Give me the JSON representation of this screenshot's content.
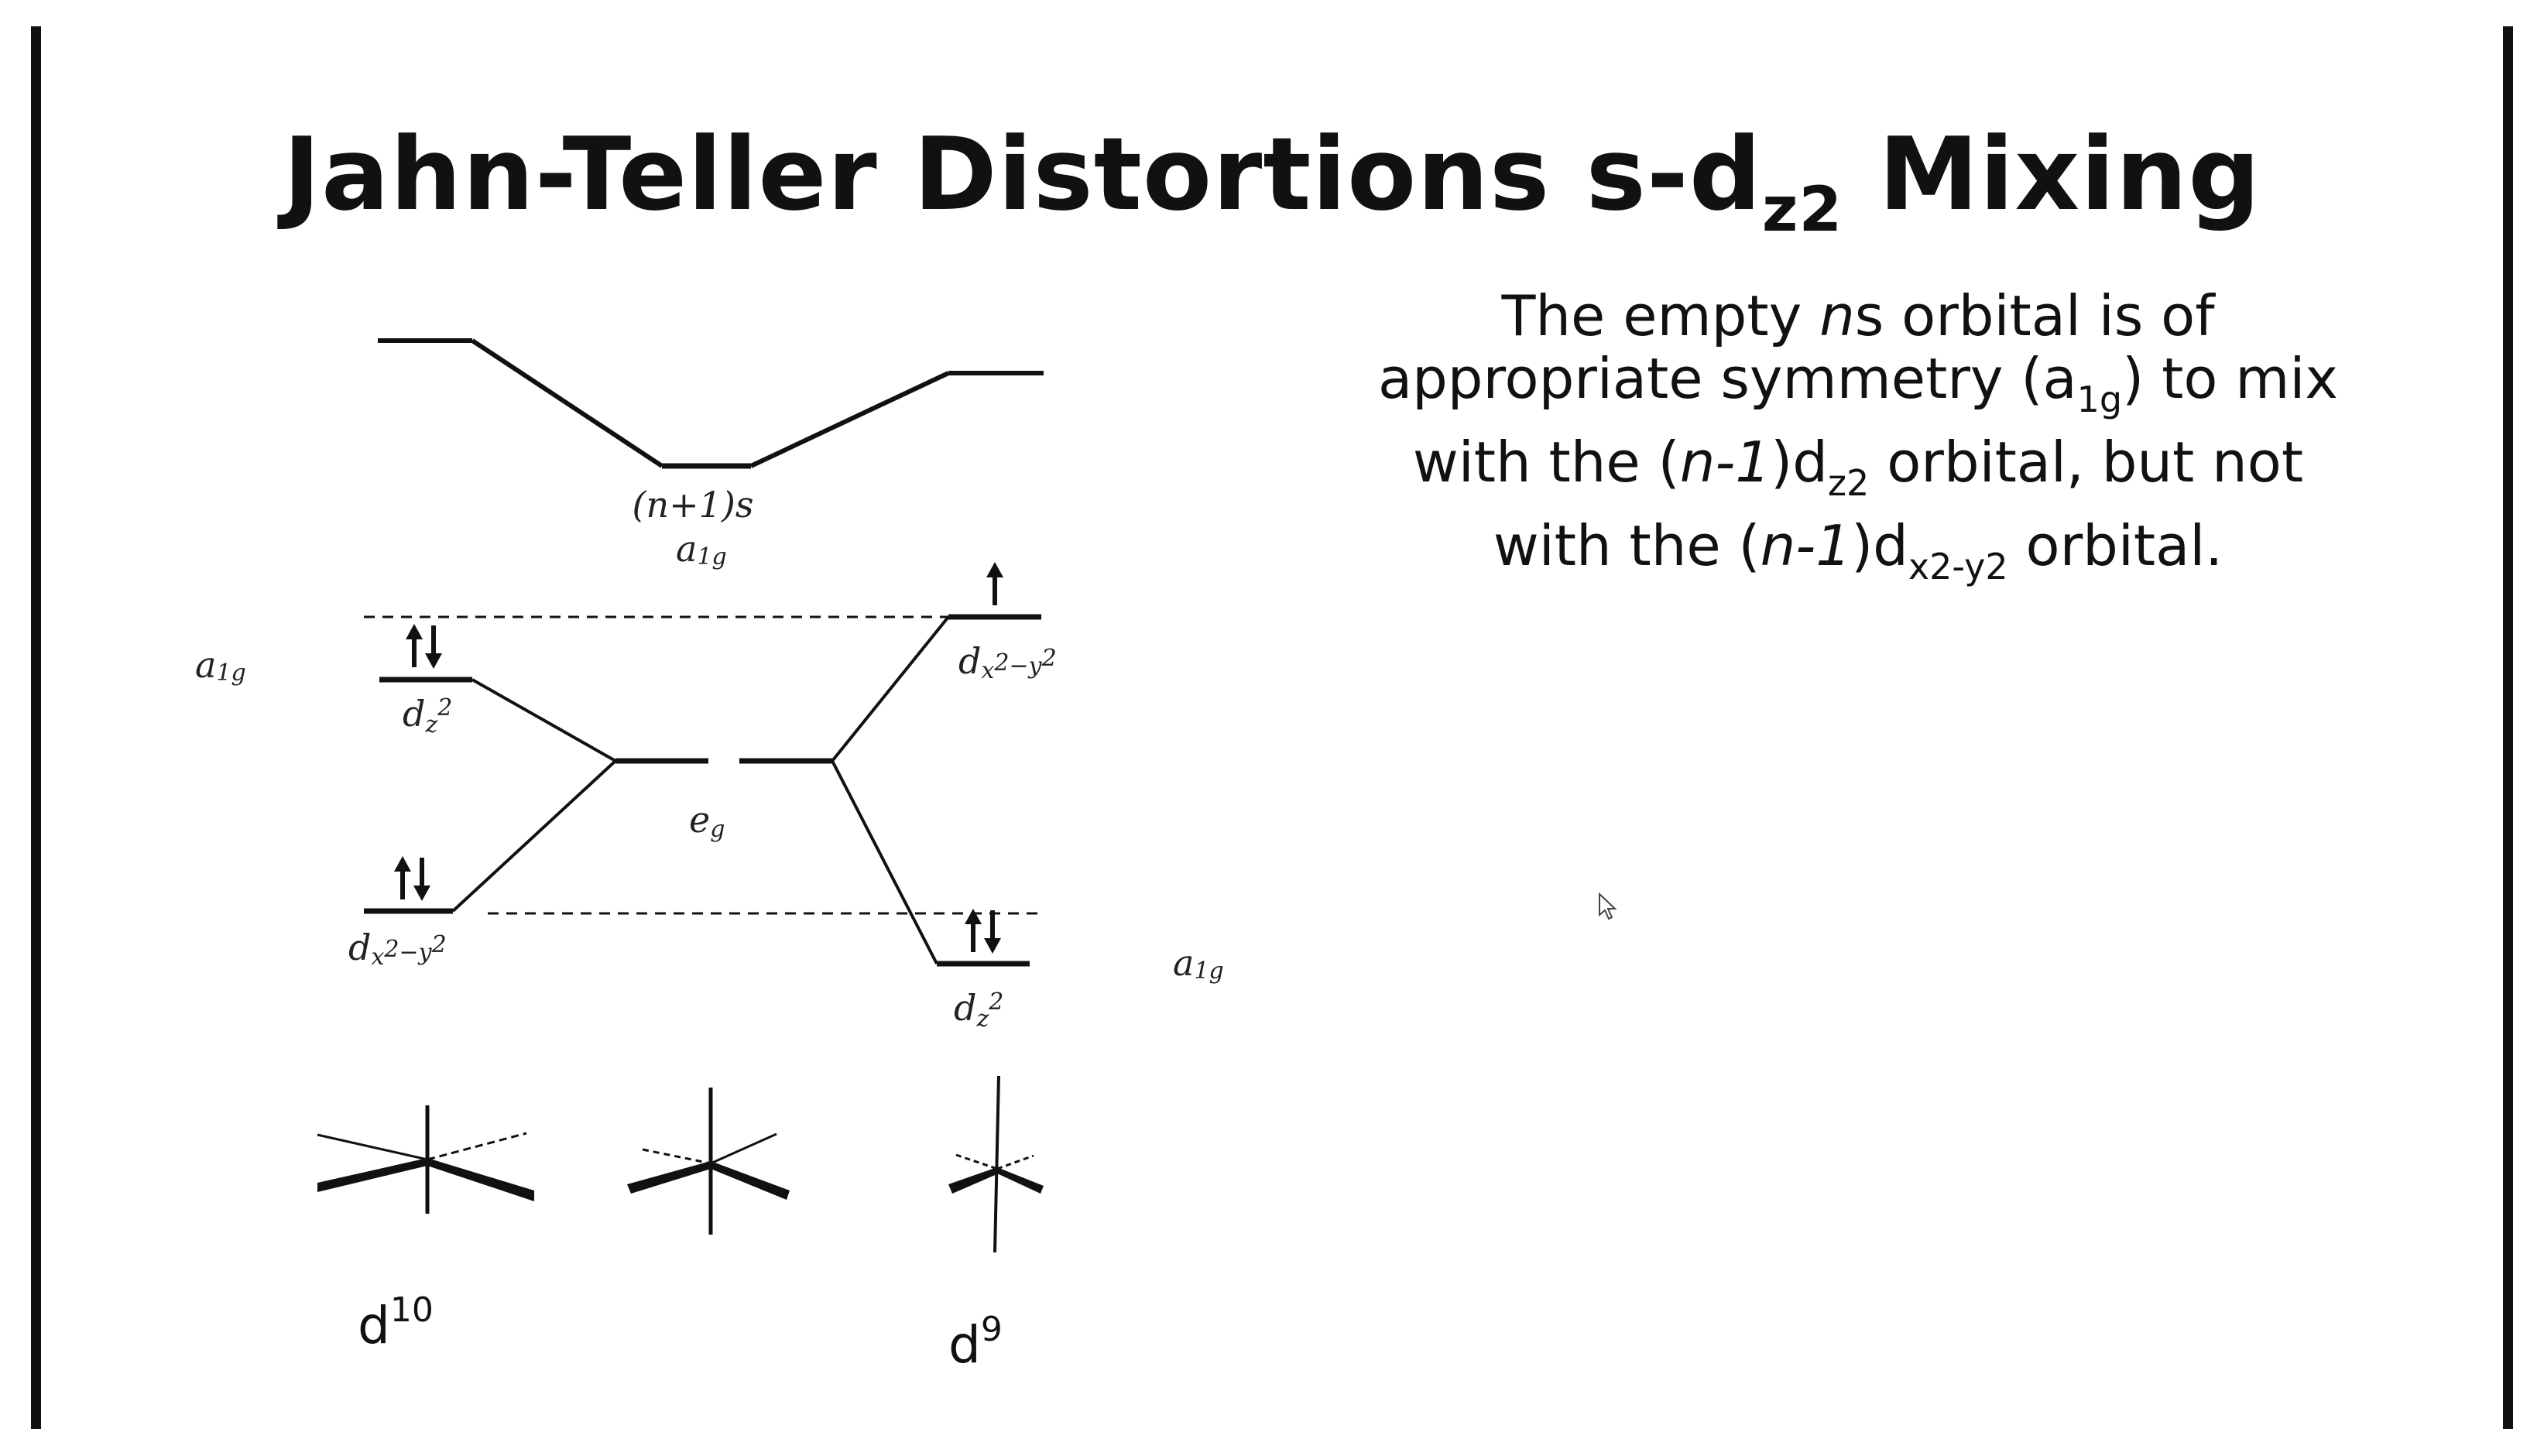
{
  "title": {
    "main": "Jahn-Teller Distortions s-d",
    "sub": "z2",
    "tail": " Mixing"
  },
  "explanation": {
    "l1_a": "The empty ",
    "l1_ns": "n",
    "l1_b": "s orbital is of",
    "l2_a": "appropriate symmetry (a",
    "l2_sub": "1g",
    "l2_b": ") to mix",
    "l3_a": "with the (",
    "l3_n": "n-1",
    "l3_b": ")d",
    "l3_sub": "z2",
    "l3_c": " orbital, but not",
    "l4_a": "with the (",
    "l4_n": "n-1",
    "l4_b": ")d",
    "l4_sub": "x2-y2",
    "l4_c": " orbital."
  },
  "diagram": {
    "s_label": "(n+1)s",
    "s_sym_main": "a",
    "s_sym_sub": "1g",
    "left_a1g_main": "a",
    "left_a1g_sub": "1g",
    "right_a1g_main": "a",
    "right_a1g_sub": "1g",
    "eg_main": "e",
    "eg_sub": "g",
    "dz2_main": "d",
    "dz2_sub": "z",
    "dz2_sup": "2",
    "dx_main": "d",
    "dx_sub": "x",
    "dx_sub_sup": "2",
    "dx_minus": "−y",
    "dx_sup2": "2",
    "config_left_base": "d",
    "config_left_sup": "10",
    "config_right_base": "d",
    "config_right_sup": "9"
  },
  "electrons": {
    "left_dz2": "paired",
    "left_dx2y2": "paired",
    "right_dx2y2": "single-up",
    "right_dz2": "paired"
  },
  "colors": {
    "line": "#111111",
    "background": "#ffffff"
  }
}
